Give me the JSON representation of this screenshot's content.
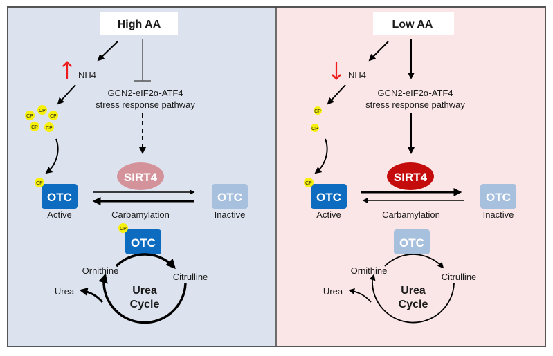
{
  "colors": {
    "high_bg": "#dde3ee",
    "low_bg": "#fbe6e7",
    "frame": "#555555",
    "otc_active": "#0e6cc0",
    "otc_inactive": "#a7c0dd",
    "sirt4_high": "#d4939b",
    "sirt4_low": "#c40c0c",
    "cp": "#f6f00c",
    "red_arrow": "#ee1c1c"
  },
  "panels": [
    {
      "id": "high",
      "condition_label": "High AA",
      "nh4_label": "NH4+",
      "nh4_trend": "up",
      "pathway_line1": "GCN2-eIF2α-ATF4",
      "pathway_line2": "stress response pathway",
      "pathway_effect": "inhibited",
      "sirt4_label": "SIRT4",
      "sirt4_activity": "low",
      "cp_label": "CP",
      "cp_pool_count": 5,
      "otc_label": "OTC",
      "active_label": "Active",
      "inactive_label": "Inactive",
      "carbamylation_label": "Carbamylation",
      "cycle_otc_state": "active",
      "ornithine_label": "Ornithine",
      "citrulline_label": "Citrulline",
      "urea_label": "Urea",
      "cycle_line1": "Urea",
      "cycle_line2": "Cycle"
    },
    {
      "id": "low",
      "condition_label": "Low AA",
      "nh4_label": "NH4+",
      "nh4_trend": "down",
      "pathway_line1": "GCN2-eIF2α-ATF4",
      "pathway_line2": "stress response pathway",
      "pathway_effect": "activated",
      "sirt4_label": "SIRT4",
      "sirt4_activity": "high",
      "cp_label": "CP",
      "cp_pool_count": 2,
      "otc_label": "OTC",
      "active_label": "Active",
      "inactive_label": "Inactive",
      "carbamylation_label": "Carbamylation",
      "cycle_otc_state": "inactive",
      "ornithine_label": "Ornithine",
      "citrulline_label": "Citrulline",
      "urea_label": "Urea",
      "cycle_line1": "Urea",
      "cycle_line2": "Cycle"
    }
  ]
}
